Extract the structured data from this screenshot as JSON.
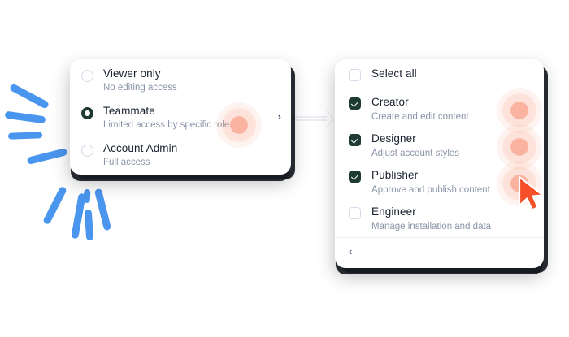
{
  "colors": {
    "accent_dark_green": "#1d3b33",
    "burst_blue": "#4a95ed",
    "cursor_orange": "#f5502a",
    "ripple_orange": "#f88264",
    "title_text": "#18202e",
    "subtitle_text": "#8a94a8",
    "card_white": "#ffffff",
    "divider": "#eef0f5"
  },
  "left_panel": {
    "name": "role-selector-card",
    "options": [
      {
        "title": "Viewer only",
        "subtitle": "No editing access",
        "selected": false
      },
      {
        "title": "Teammate",
        "subtitle": "Limited access by specific role",
        "selected": true
      },
      {
        "title": "Account Admin",
        "subtitle": "Full access",
        "selected": false
      }
    ],
    "chevron": "›"
  },
  "right_panel": {
    "name": "role-permissions-card",
    "select_all_label": "Select all",
    "select_all_checked": false,
    "back_chevron": "‹",
    "roles": [
      {
        "title": "Creator",
        "subtitle": "Create and edit content",
        "checked": true
      },
      {
        "title": "Designer",
        "subtitle": "Adjust account styles",
        "checked": true
      },
      {
        "title": "Publisher",
        "subtitle": "Approve and publish content",
        "checked": true
      },
      {
        "title": "Engineer",
        "subtitle": "Manage installation and data",
        "checked": false
      }
    ]
  },
  "decorations": {
    "burst_name": "blue-burst-sparkle",
    "cursor_name": "mouse-cursor",
    "ripple_name": "tap-ripple",
    "connector_name": "panel-connector-line"
  }
}
